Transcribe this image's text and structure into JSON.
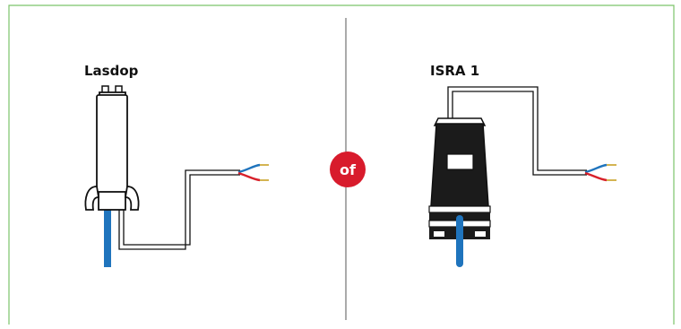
{
  "left_product": {
    "label": "Lasdop"
  },
  "right_product": {
    "label": "ISRA 1"
  },
  "separator": {
    "text": "of"
  },
  "colors": {
    "frame_border": "#7cc36a",
    "divider": "#555555",
    "badge": "#d81b2c",
    "wire_blue": "#1f74bd",
    "wire_red": "#d8202a",
    "wire_tip": "#c9a227",
    "outline": "#111111"
  }
}
